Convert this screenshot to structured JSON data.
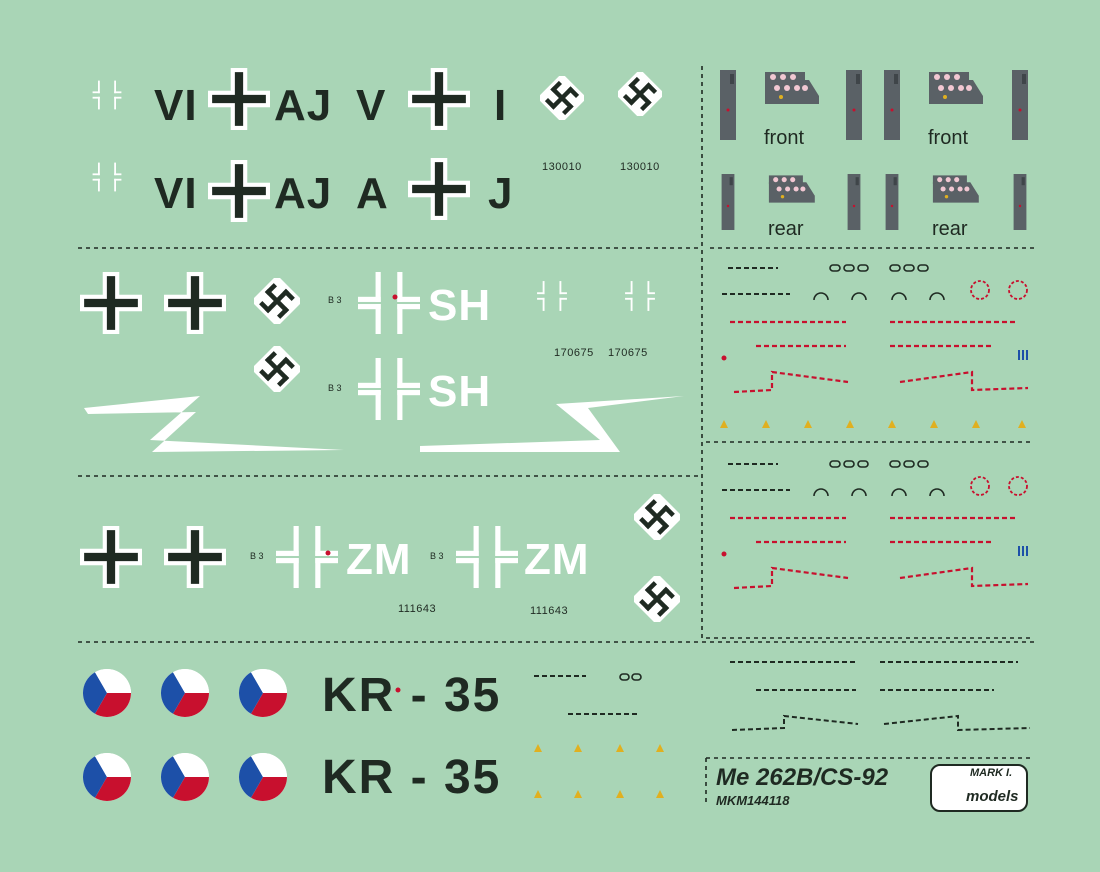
{
  "sheet": {
    "row1": {
      "left_code": "VI",
      "mid_code": "AJ",
      "letter_v": "V",
      "letter_i": "I",
      "serial_a": "130010",
      "serial_b": "130010"
    },
    "row2": {
      "left_code": "VI",
      "mid_code": "AJ",
      "letter_a": "A",
      "letter_j": "J"
    },
    "panels": {
      "front_a": "front",
      "front_b": "front",
      "rear_a": "rear",
      "rear_b": "rear"
    },
    "sh": {
      "prefix_a": "B 3",
      "prefix_b": "B 3",
      "code_a": "SH",
      "code_b": "SH",
      "serial_a": "170675",
      "serial_b": "170675"
    },
    "zm": {
      "prefix_a": "B 3",
      "prefix_b": "B 3",
      "code_a": "ZM",
      "code_b": "ZM",
      "serial_a": "111643",
      "serial_b": "111643"
    },
    "czech": {
      "code_a": "KR - 35",
      "code_b": "KR - 35"
    },
    "product": {
      "title": "Me 262B/CS-92",
      "catalog": "MKM144118",
      "logo_mark": "MARK I.",
      "logo_models": "models"
    }
  },
  "colors": {
    "background": "#a9d5b6",
    "ink": "#1f2a22",
    "white": "#ffffff",
    "red": "#c8102e",
    "blue": "#1d50a8",
    "yellow": "#e0b020",
    "panel_gray": "#5a6166"
  }
}
